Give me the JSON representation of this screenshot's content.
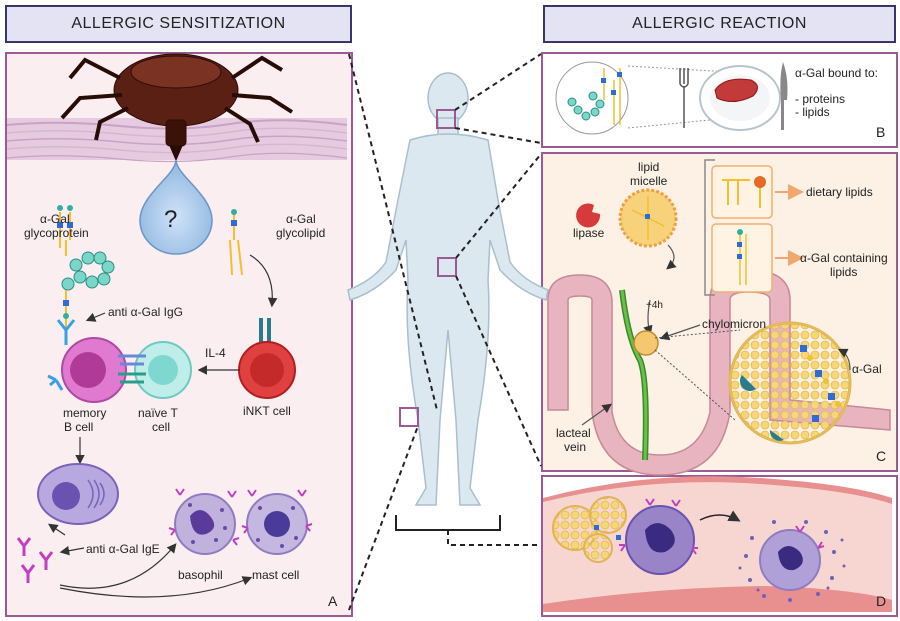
{
  "headers": {
    "left": "ALLERGIC SENSITIZATION",
    "right": "ALLERGIC REACTION"
  },
  "panel_a": {
    "letter": "A",
    "unknown": "?",
    "glycoprotein": [
      "α-Gal",
      "glycoprotein"
    ],
    "glycolipid": [
      "α-Gal",
      "glycolipid"
    ],
    "igg": "anti α-Gal IgG",
    "il4": "IL-4",
    "memory_b": [
      "memory",
      "B cell"
    ],
    "naive_t": [
      "naïve T",
      "cell"
    ],
    "inkt": "iNKT cell",
    "ige": "anti α-Gal IgE",
    "basophil": "basophil",
    "mast": "mast cell"
  },
  "panel_b": {
    "letter": "B",
    "bound": "α-Gal bound to:",
    "proteins": "- proteins",
    "lipids": "- lipids"
  },
  "panel_c": {
    "letter": "C",
    "micelle": [
      "lipid",
      "micelle"
    ],
    "lipase": "lipase",
    "dietary": "dietary lipids",
    "containing": [
      "α-Gal containing",
      "lipids"
    ],
    "time": "+4h",
    "chylomicron": "chylomicron",
    "agal": "α-Gal",
    "lacteal": [
      "lacteal",
      "vein"
    ]
  },
  "panel_d": {
    "letter": "D"
  },
  "colors": {
    "panel_border": "#9c5a95",
    "panel_a_bg": "#fbeef0",
    "panel_c_bg": "#fdf0e4",
    "body": "#dce8f0",
    "vessel": "#e88f8f",
    "header_bg": "#e4e3f3"
  }
}
